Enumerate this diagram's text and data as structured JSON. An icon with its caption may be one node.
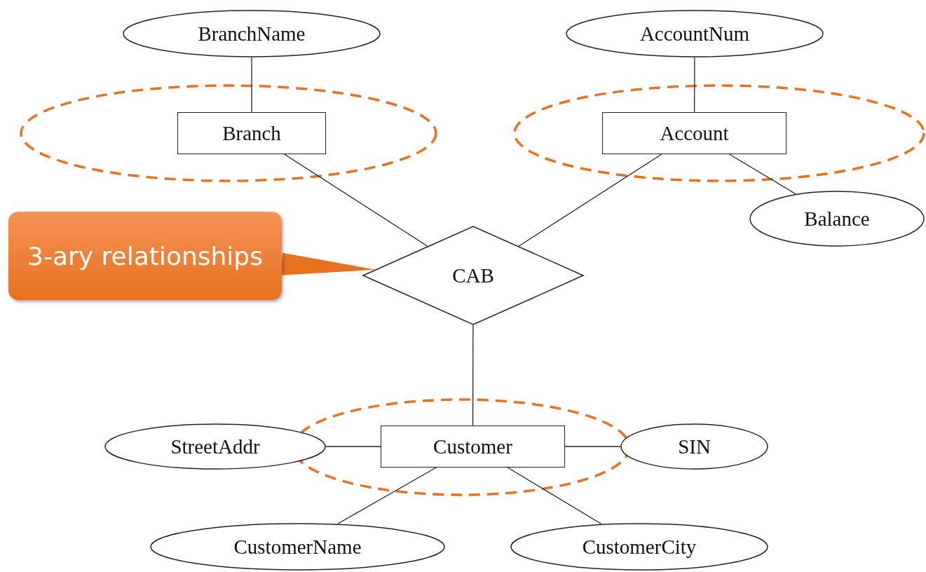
{
  "diagram": {
    "nodes": [
      {
        "text": [
          "BranchName"
        ]
      },
      {
        "text": [
          "AccountNum"
        ]
      },
      {
        "text": [
          "Branch"
        ]
      },
      {
        "text": [
          "Account"
        ]
      },
      {
        "text": [
          "Balance"
        ]
      },
      {
        "text": [
          "3-ary relationships"
        ]
      },
      {
        "text": [
          "CAB"
        ]
      },
      {
        "text": [
          "StreetAddr"
        ]
      },
      {
        "text": [
          "Customer"
        ]
      },
      {
        "text": [
          "SIN"
        ]
      },
      {
        "text": [
          "CustomerName"
        ]
      },
      {
        "text": [
          "CustomerCity"
        ]
      }
    ],
    "edges": [
      {
        "from": 0,
        "to": 2,
        "arrow": "none"
      },
      {
        "from": 1,
        "to": 3,
        "arrow": "none"
      },
      {
        "from": 3,
        "to": 4,
        "arrow": "none"
      },
      {
        "from": 2,
        "to": 6,
        "arrow": "none"
      },
      {
        "from": 3,
        "to": 6,
        "arrow": "none"
      },
      {
        "from": 5,
        "to": 6,
        "arrow": "none",
        "color": "#e8711f"
      },
      {
        "from": 6,
        "to": 8,
        "arrow": "none"
      },
      {
        "from": 7,
        "to": 8,
        "arrow": "none"
      },
      {
        "from": 8,
        "to": 9,
        "arrow": "none"
      },
      {
        "from": 8,
        "to": 10,
        "arrow": "none"
      },
      {
        "from": 8,
        "to": 11,
        "arrow": "none"
      }
    ]
  }
}
